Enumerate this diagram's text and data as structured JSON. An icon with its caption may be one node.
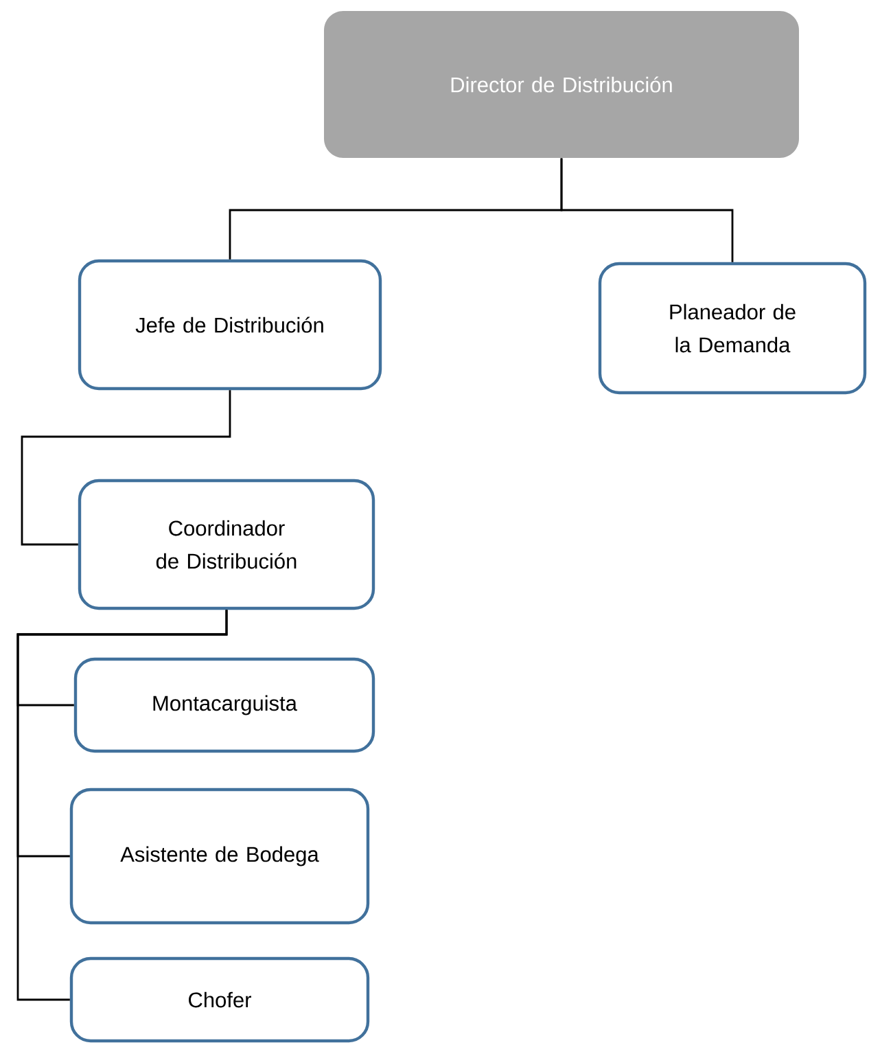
{
  "diagram": {
    "nodes": [
      {
        "text": [
          "Director de Distribución"
        ]
      },
      {
        "text": [
          "Jefe de Distribución"
        ]
      },
      {
        "text": [
          "Planeador de la Demanda"
        ]
      },
      {
        "text": [
          "Coordinador de Distribución"
        ]
      },
      {
        "text": [
          "Montacarguista"
        ]
      },
      {
        "text": [
          "Asistente de Bodega"
        ]
      },
      {
        "text": [
          "Chofer"
        ]
      }
    ],
    "edges": [
      {
        "from": 0,
        "to": 1,
        "arrow": "none"
      },
      {
        "from": 0,
        "to": 2,
        "arrow": "none"
      },
      {
        "from": 1,
        "to": 3,
        "arrow": "none"
      },
      {
        "from": 3,
        "to": 4,
        "arrow": "none"
      },
      {
        "from": 3,
        "to": 5,
        "arrow": "none"
      },
      {
        "from": 3,
        "to": 6,
        "arrow": "none"
      }
    ]
  }
}
